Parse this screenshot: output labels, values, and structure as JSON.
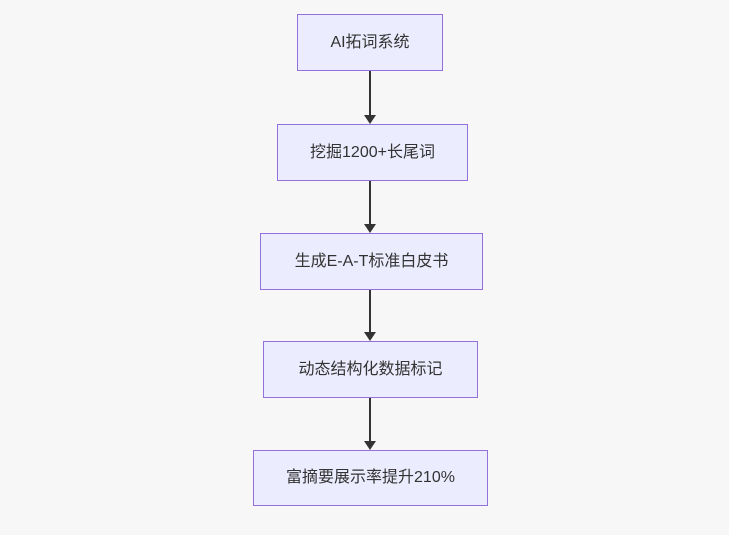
{
  "diagram": {
    "type": "flowchart",
    "direction": "top-down",
    "colors": {
      "background": "#f7f7f7",
      "node_fill": "#ececff",
      "node_border": "#9370db",
      "text": "#333333",
      "arrow": "#333333"
    },
    "nodes": [
      {
        "label": "AI拓词系统"
      },
      {
        "label": "挖掘1200+长尾词"
      },
      {
        "label": "生成E-A-T标准白皮书"
      },
      {
        "label": "动态结构化数据标记"
      },
      {
        "label": "富摘要展示率提升210%"
      }
    ],
    "edges": [
      {
        "from": 0,
        "to": 1,
        "style": "solid-arrow"
      },
      {
        "from": 1,
        "to": 2,
        "style": "solid-arrow"
      },
      {
        "from": 2,
        "to": 3,
        "style": "solid-arrow"
      },
      {
        "from": 3,
        "to": 4,
        "style": "solid-arrow"
      }
    ]
  }
}
